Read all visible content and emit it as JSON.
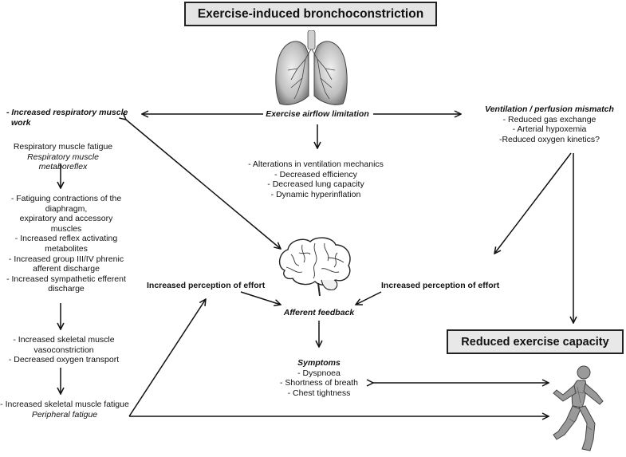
{
  "title": "Exercise-induced bronchoconstriction",
  "center": {
    "airflow": "Exercise airflow limitation",
    "mechanics": [
      "- Alterations in ventilation mechanics",
      "- Decreased efficiency",
      "- Decreased lung capacity",
      "- Dynamic hyperinflation"
    ],
    "afferent": "Afferent feedback",
    "symptoms_title": "Symptoms",
    "symptoms": [
      "- Dyspnoea",
      "- Shortness of breath",
      "- Chest tightness"
    ]
  },
  "left": {
    "work_line1": "- Increased respiratory muscle",
    "work_line2": "work",
    "fatigue": "Respiratory muscle fatigue",
    "metaboreflex": "Respiratory muscle metaboreflex",
    "contractions": [
      "- Fatiguing contractions of the",
      "diaphragm,",
      "expiratory and accessory",
      "muscles",
      "- Increased reflex activating",
      "metabolites",
      "- Increased group III/IV phrenic",
      "afferent   discharge",
      "- Increased sympathetic efferent",
      "discharge"
    ],
    "vaso": [
      "- Increased skeletal muscle",
      "vasoconstriction",
      "- Decreased oxygen transport"
    ],
    "peripheral1": "- Increased skeletal muscle fatigue",
    "peripheral2": "Peripheral fatigue"
  },
  "right": {
    "vq_title": "Ventilation / perfusion mismatch",
    "vq_items": [
      "- Reduced  gas exchange",
      "- Arterial hypoxemia",
      "-Reduced oxygen kinetics?"
    ]
  },
  "perception_left": "Increased perception of effort",
  "perception_right": "Increased perception of effort",
  "reduced_capacity": "Reduced exercise capacity",
  "icons": [
    "lungs-icon",
    "brain-icon",
    "runner-icon"
  ]
}
